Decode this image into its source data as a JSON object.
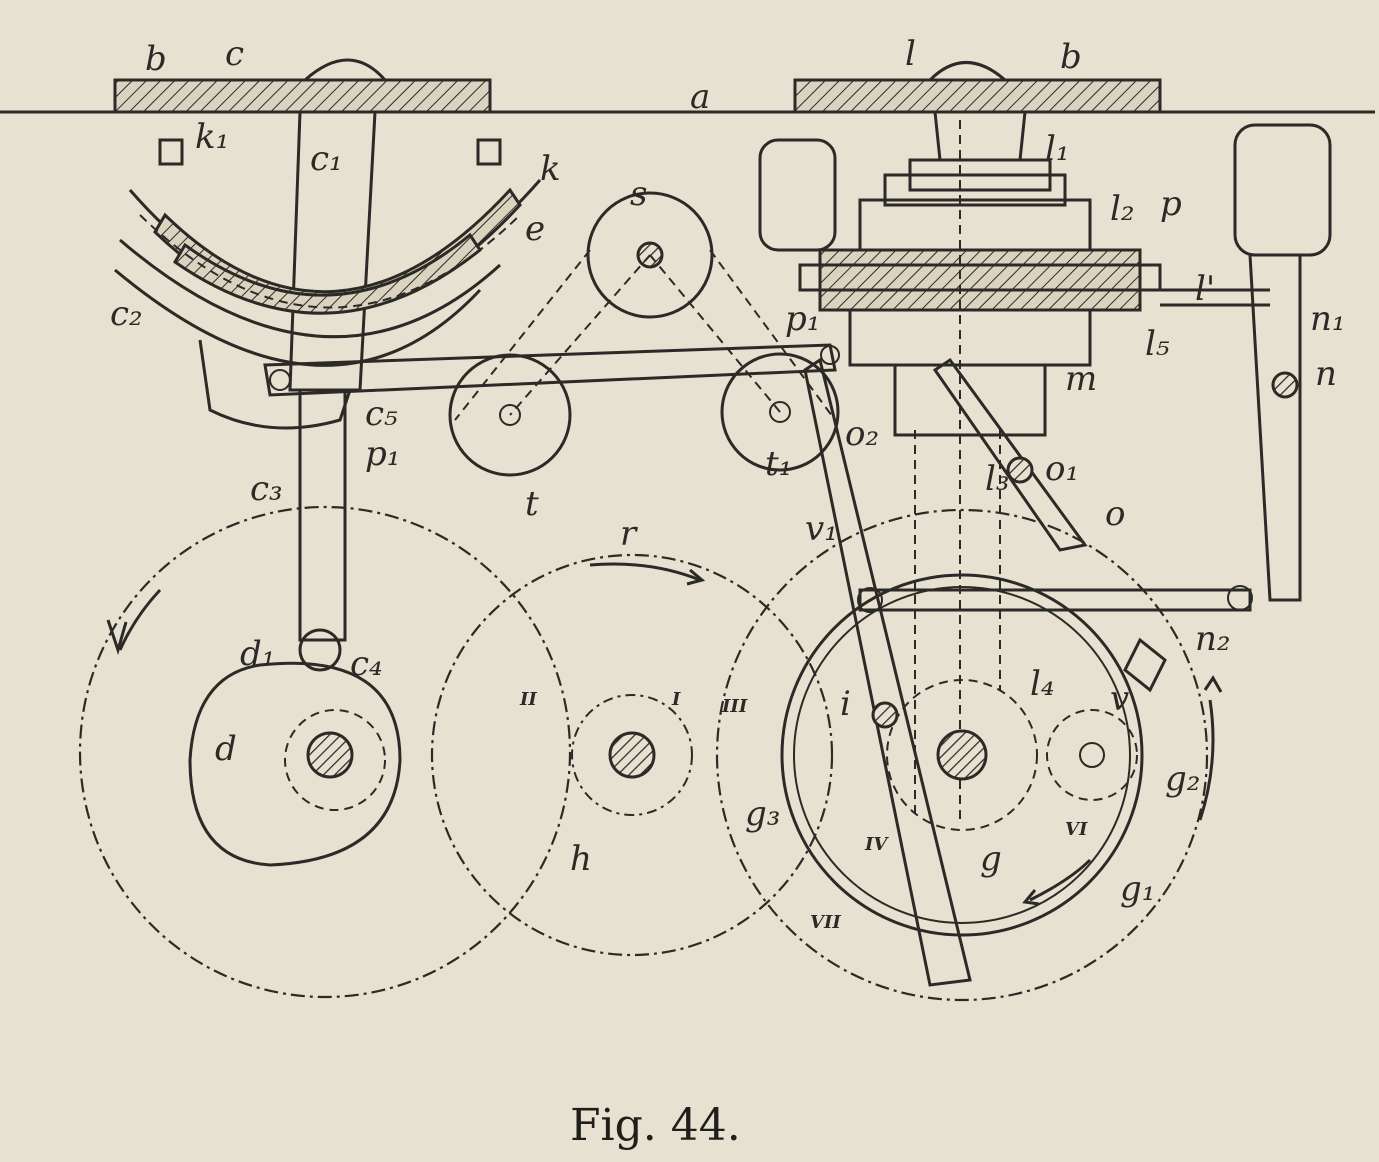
{
  "figure": {
    "caption": "Fig. 44.",
    "ink_color": "#2b2a26",
    "paper_color": "#e6e1d1",
    "labels": [
      "b",
      "c",
      "a",
      "l",
      "b",
      "k₁",
      "c₁",
      "k",
      "l₁",
      "l₂",
      "p",
      "e",
      "s",
      "c₂",
      "p₁",
      "l'",
      "n₁",
      "l₅",
      "m",
      "n",
      "c₅",
      "p₁",
      "t",
      "t₁",
      "o₂",
      "o₁",
      "l₃",
      "o",
      "c₃",
      "r",
      "v₁",
      "n₂",
      "d₁",
      "c₄",
      "l₄",
      "v",
      "g₂",
      "d",
      "h",
      "g₃",
      "i",
      "g",
      "g₁"
    ],
    "roman_labels": [
      "I",
      "II",
      "III",
      "IV",
      "VI",
      "VII"
    ]
  }
}
